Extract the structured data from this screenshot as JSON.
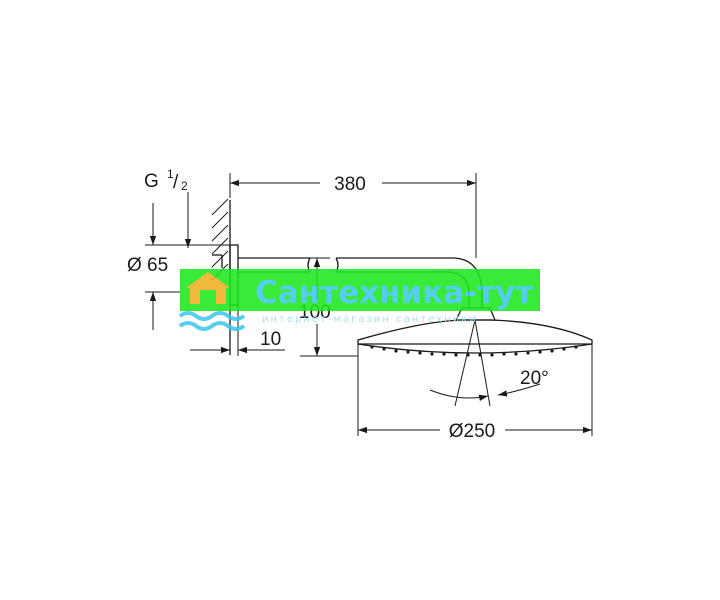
{
  "dimensions": {
    "thread": "G",
    "thread_num": "1",
    "thread_den": "2",
    "rosette": "Ø 65",
    "arm_length": "380",
    "drop": "100",
    "offset": "10",
    "angle": "20°",
    "head_diameter": "Ø250"
  },
  "watermark": {
    "title": "Сантехника-тут",
    "subtitle": "интернет-магазин сантехники"
  },
  "colors": {
    "watermark_bg": "#1ee81e",
    "watermark_text": "#3ec8ee",
    "watermark_accent": "#f0b020"
  }
}
